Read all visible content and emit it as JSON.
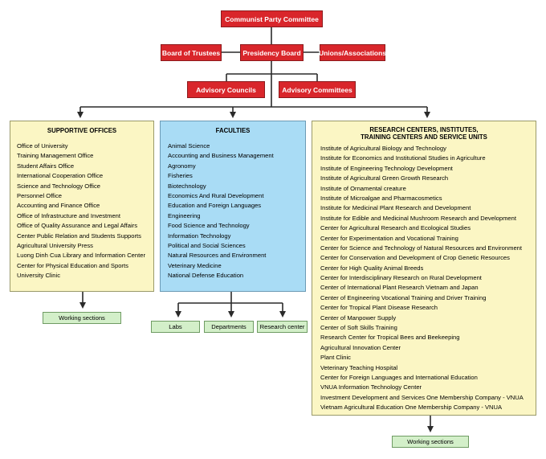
{
  "top": {
    "party_committee": "Communist Party Committee",
    "board_of_trustees": "Board of Trustees",
    "presidency_board": "Presidency Board",
    "unions": "Unions/Associations",
    "advisory_councils": "Advisory Councils",
    "advisory_committees": "Advisory Committees"
  },
  "supportive": {
    "title": "SUPPORTIVE OFFICES",
    "items": [
      "Office of University",
      "Training Management Office",
      "Student Affairs Office",
      "International Cooperation Office",
      "Science and Technology Office",
      "Personnel Office",
      "Accounting and Finance Office",
      "Office of Infrastructure and Investment",
      "Office of Quality Assurance and Legal Affairs",
      "Center Public Relation and Students Supports",
      "Agricultural University Press",
      "Luong Dinh Cua Library and Information Center",
      "Center for Physical Education and Sports",
      "University Clinic"
    ],
    "sub": [
      "Working sections"
    ]
  },
  "faculties": {
    "title": "FACULTIES",
    "items": [
      "Animal Science",
      "Accounting and Business Management",
      "Agronomy",
      "Fisheries",
      "Biotechnology",
      "Economics And Rural Development",
      "Education and Foreign Languages",
      "Engineering",
      "Food Science and Technology",
      "Information Technology",
      "Political and Social Sciences",
      "Natural Resources and Environment",
      "Veterinary Medicine",
      "National Defense Education"
    ],
    "sub": [
      "Labs",
      "Departments",
      "Research center"
    ]
  },
  "research": {
    "title_line1": "RESEARCH CENTERS, INSTITUTES,",
    "title_line2": "TRAINING CENTERS AND SERVICE UNITS",
    "items": [
      "Institute of Agricultural Biology and Technology",
      "Institute for Economics and Institutional Studies in Agriculture",
      "Institute of Engineering Technology Development",
      "Institute of Agricultural Green Growth Research",
      "Institute of Ornamental creature",
      "Institute of Microalgae and Pharmacosmetics",
      "Institute for Medicinal Plant Research and Development",
      "Institute for Edible and Medicinal Mushroom Research and Development",
      "Center for Agricultural Research and Ecological Studies",
      "Center for Experimentation and Vocational Training",
      "Center for Science and Technology of Natural Resources and Environment",
      "Center for Conservation and Development of Crop Genetic Resources",
      "Center for High Quality Animal Breeds",
      "Center for Interdisciplinary Research on Rural Development",
      "Center of International Plant Research Vietnam and Japan",
      "Center of Engineering Vocational Training and Driver Training",
      "Center for Tropical Plant Disease Research",
      "Center of Manpower Supply",
      "Center of Soft Skills Training",
      "Research Center for Tropical Bees and Beekeeping",
      "Agricultural Innovation Center",
      "Plant Clinic",
      "Veterinary Teaching Hospital",
      "Center for Foreign Languages and International Education",
      "VNUA Information Technology Center",
      "Investment Development and Services One Membership Company - VNUA",
      "Vietnam Agricultural Education One Membership Company - VNUA"
    ],
    "sub": [
      "Working sections"
    ]
  },
  "colors": {
    "red": "#d9262b",
    "yellow": "#fbf6c4",
    "blue": "#a9dcf5",
    "green": "#d3efc9",
    "line": "#2a2a2a"
  }
}
